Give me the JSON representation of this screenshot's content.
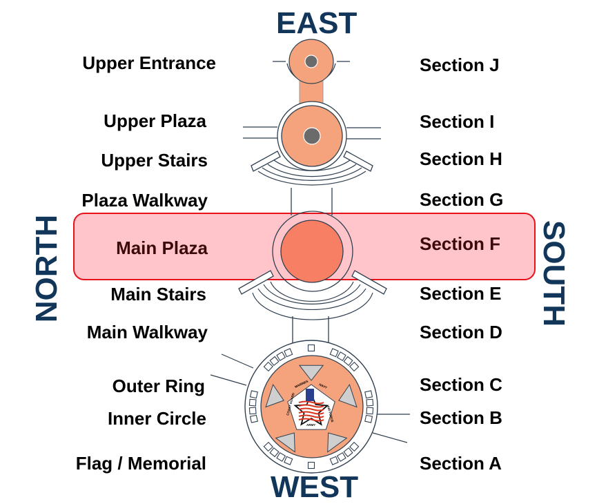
{
  "directions": {
    "north": "NORTH",
    "south": "SOUTH",
    "east": "EAST",
    "west": "WEST"
  },
  "left_labels": [
    "Upper Entrance",
    "Upper Plaza",
    "Upper Stairs",
    "Plaza Walkway",
    "Main Plaza",
    "Main Stairs",
    "Main Walkway",
    "Outer Ring",
    "Inner Circle",
    "Flag / Memorial"
  ],
  "right_labels": [
    "Section J",
    "Section I",
    "Section H",
    "Section G",
    "Section F",
    "Section E",
    "Section D",
    "Section C",
    "Section B",
    "Section A"
  ],
  "highlighted": {
    "left": "Main Plaza",
    "right": "Section F"
  },
  "emblem": {
    "top_left": "MARINES",
    "top_right": "NAVY",
    "right": "AIR FORCE",
    "bottom": "ARMY",
    "left": "COAST GUARD"
  },
  "colors": {
    "direction_text": "#12365a",
    "plaza_fill": "#f4a37c",
    "highlight_plaza_fill": "#f77f63",
    "highlight_border": "#e8121b",
    "highlight_fill": "#ffc3c8",
    "center_dot": "#6b6b6b",
    "triangle_fill": "#cfcfcf",
    "outline": "#2f3f4f"
  }
}
